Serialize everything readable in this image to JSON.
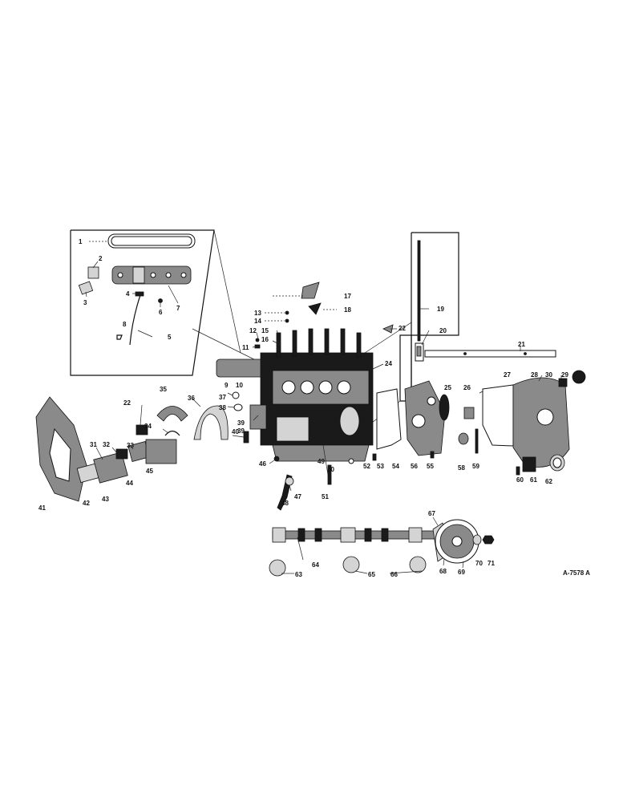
{
  "drawing_ref": "A-7578 A",
  "callouts": [
    "1",
    "2",
    "3",
    "4",
    "5",
    "6",
    "7",
    "8",
    "9",
    "10",
    "11",
    "12",
    "13",
    "14",
    "15",
    "16",
    "17",
    "18",
    "19",
    "20",
    "21",
    "22",
    "22",
    "24",
    "25",
    "26",
    "27",
    "28",
    "29",
    "30",
    "31",
    "32",
    "33",
    "34",
    "35",
    "36",
    "37",
    "38",
    "39",
    "39",
    "40",
    "41",
    "42",
    "43",
    "44",
    "45",
    "46",
    "47",
    "48",
    "49",
    "50",
    "51",
    "52",
    "53",
    "54",
    "55",
    "56",
    "58",
    "59",
    "60",
    "61",
    "62",
    "63",
    "64",
    "65",
    "66",
    "67",
    "68",
    "69",
    "70",
    "71"
  ]
}
